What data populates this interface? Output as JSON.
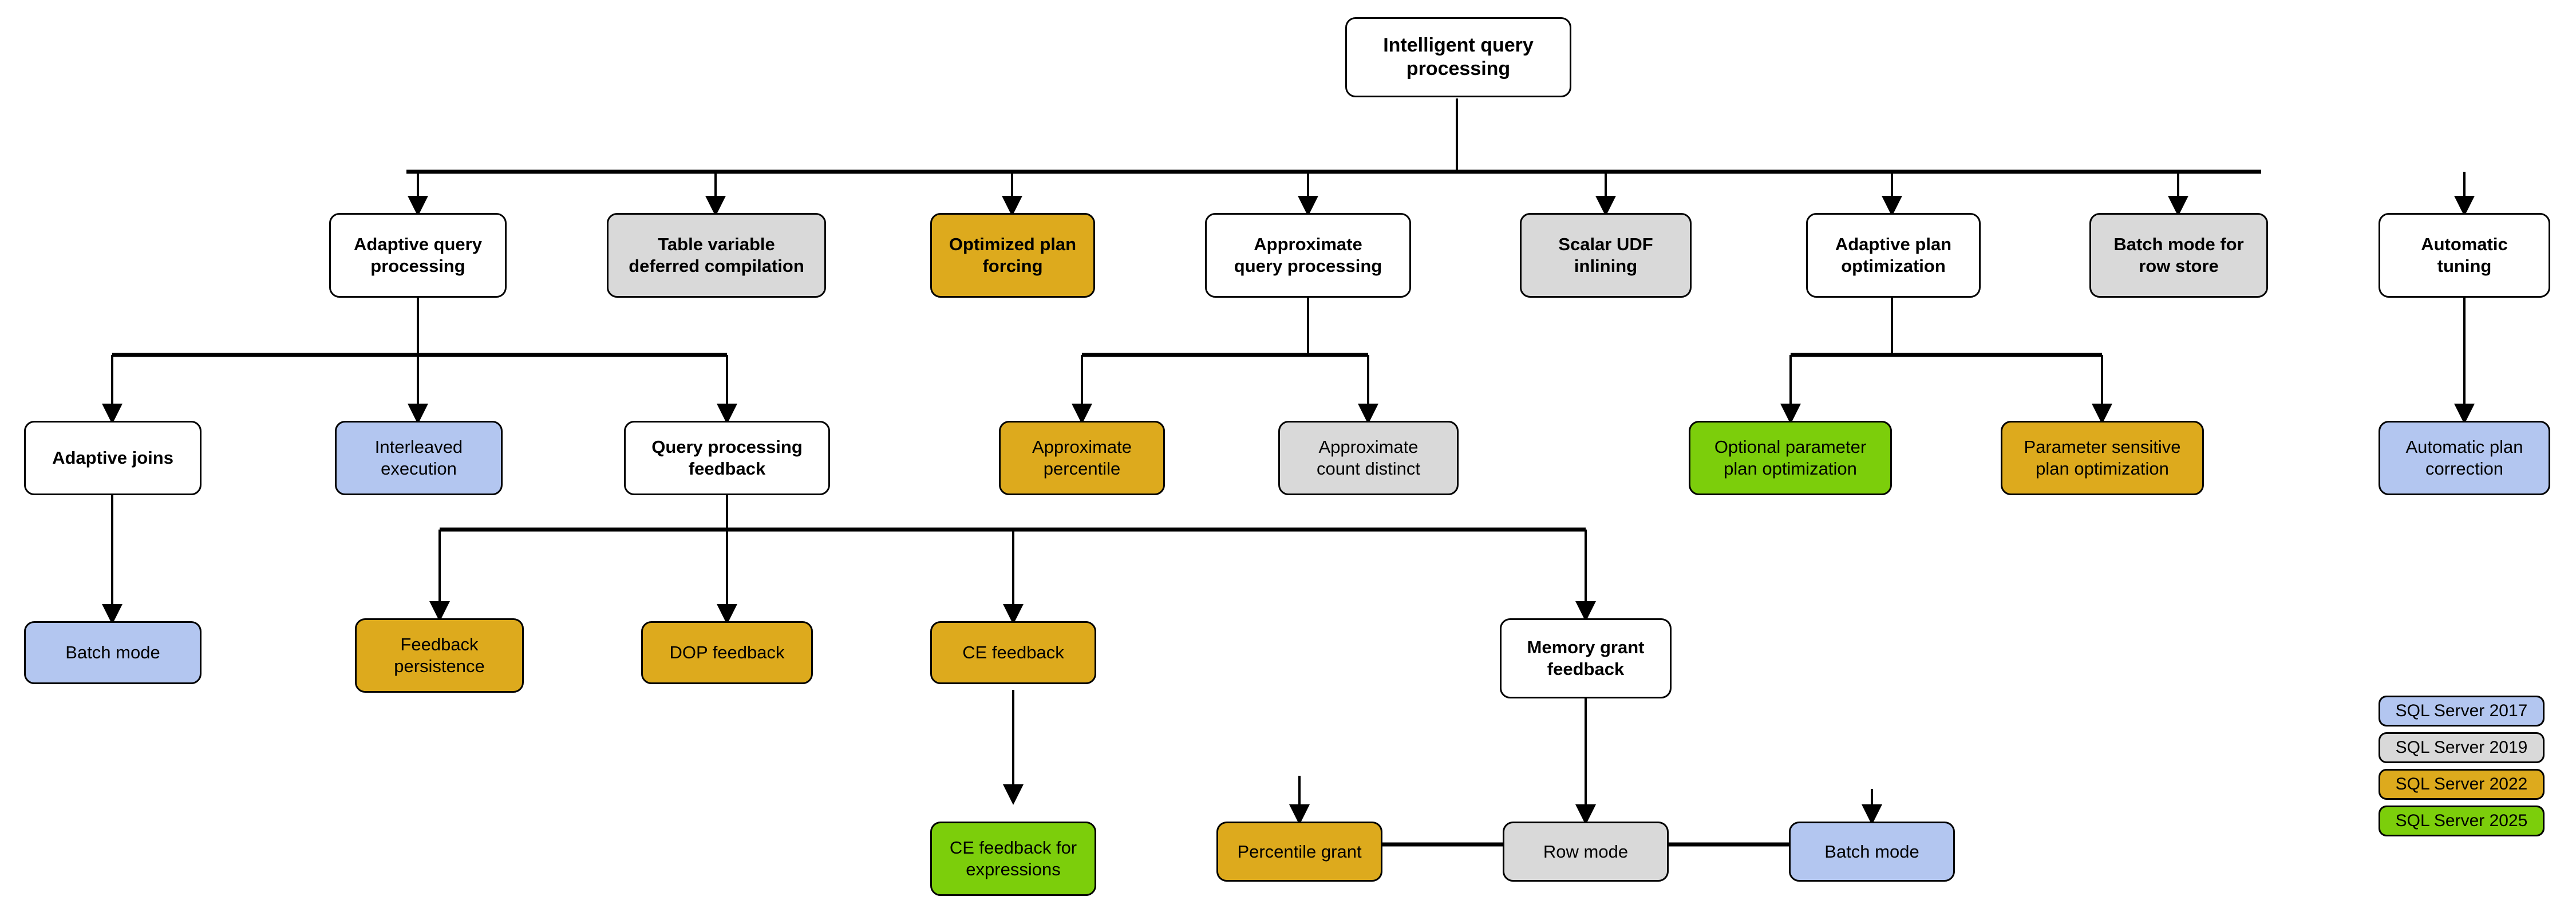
{
  "diagram": {
    "title": "Intelligent query processing",
    "root": {
      "label": "Intelligent query\nprocessing",
      "fill": "white"
    },
    "level2": [
      {
        "label": "Adaptive query\nprocessing",
        "fill": "white"
      },
      {
        "label": "Table variable\ndeferred compilation",
        "fill": "gray"
      },
      {
        "label": "Optimized plan\nforcing",
        "fill": "orange"
      },
      {
        "label": "Approximate\nquery processing",
        "fill": "white"
      },
      {
        "label": "Scalar UDF\ninlining",
        "fill": "gray"
      },
      {
        "label": "Adaptive plan\noptimization",
        "fill": "white"
      },
      {
        "label": "Batch mode for\nrow store",
        "fill": "gray"
      },
      {
        "label": "Automatic\ntuning",
        "fill": "white"
      }
    ],
    "level3": [
      {
        "label": "Adaptive joins",
        "fill": "white"
      },
      {
        "label": "Interleaved\nexecution",
        "fill": "blue"
      },
      {
        "label": "Query processing\nfeedback",
        "fill": "white"
      },
      {
        "label": "Approximate\npercentile",
        "fill": "orange"
      },
      {
        "label": "Approximate\ncount distinct",
        "fill": "gray"
      },
      {
        "label": "Optional parameter\nplan optimization",
        "fill": "green"
      },
      {
        "label": "Parameter sensitive\nplan optimization",
        "fill": "orange"
      },
      {
        "label": "Automatic plan\ncorrection",
        "fill": "blue"
      }
    ],
    "level4": [
      {
        "label": "Batch mode",
        "fill": "blue"
      },
      {
        "label": "Feedback\npersistence",
        "fill": "orange"
      },
      {
        "label": "DOP feedback",
        "fill": "orange"
      },
      {
        "label": "CE feedback",
        "fill": "orange"
      },
      {
        "label": "Memory grant\nfeedback",
        "fill": "white"
      }
    ],
    "level5": [
      {
        "label": "CE feedback for\nexpressions",
        "fill": "green"
      },
      {
        "label": "Percentile grant",
        "fill": "orange"
      },
      {
        "label": "Row mode",
        "fill": "gray"
      },
      {
        "label": "Batch mode",
        "fill": "blue"
      }
    ]
  },
  "legend": {
    "items": [
      {
        "label": "SQL Server 2017",
        "fill": "blue"
      },
      {
        "label": "SQL Server 2019",
        "fill": "gray"
      },
      {
        "label": "SQL Server 2022",
        "fill": "orange"
      },
      {
        "label": "SQL Server 2025",
        "fill": "green"
      }
    ]
  },
  "colors": {
    "white": "#ffffff",
    "gray": "#d9d9d9",
    "orange": "#ddaa1d",
    "green": "#7cce0b",
    "blue": "#b3c6f0",
    "stroke": "#000000"
  }
}
